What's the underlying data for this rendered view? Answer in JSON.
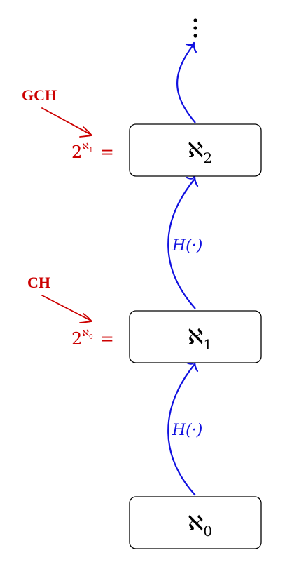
{
  "nodes": [
    {
      "symbol": "ℵ",
      "subscript": "2"
    },
    {
      "symbol": "ℵ",
      "subscript": "1"
    },
    {
      "symbol": "ℵ",
      "subscript": "0"
    }
  ],
  "continuation": "⋮",
  "edges": [
    {
      "label": "H(·)"
    },
    {
      "label": "H(·)"
    }
  ],
  "annotations": [
    {
      "title": "GCH",
      "base": "2",
      "exp_symbol": "ℵ",
      "exp_subscript": "1",
      "equals": "="
    },
    {
      "title": "CH",
      "base": "2",
      "exp_symbol": "ℵ",
      "exp_subscript": "0",
      "equals": "="
    }
  ],
  "colors": {
    "edge": "#1010e0",
    "annotation": "#cc0000",
    "node_border": "#000000"
  }
}
